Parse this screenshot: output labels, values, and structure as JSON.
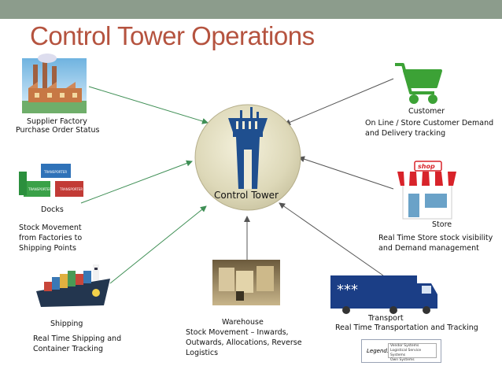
{
  "title": "Control Tower Operations",
  "center": {
    "label": "Control Tower"
  },
  "nodes": {
    "supplier": {
      "title": "Supplier Factory",
      "desc": "Purchase Order Status"
    },
    "docks": {
      "title": "Docks",
      "desc_lines": [
        "Stock Movement",
        "from Factories to",
        "Shipping Points"
      ]
    },
    "shipping": {
      "title": "Shipping",
      "desc_lines": [
        "Real Time Shipping and",
        "Container Tracking"
      ]
    },
    "warehouse": {
      "title": "Warehouse",
      "desc_lines": [
        "Stock Movement – Inwards,",
        "Outwards, Allocations, Reverse",
        "Logistics"
      ]
    },
    "transport": {
      "title": "Transport",
      "desc": "Real Time Transportation and Tracking",
      "truck_text": "***"
    },
    "store": {
      "title": "Store",
      "desc_lines": [
        "Real Time Store stock visibility",
        "and Demand management"
      ],
      "sign": "shop"
    },
    "customer": {
      "title": "Customer",
      "desc_lines": [
        "On Line / Store Customer Demand",
        "and Delivery tracking"
      ]
    }
  },
  "legend": {
    "key": "Legend:",
    "lines": [
      "Vendor Systems",
      "Logistical Service Systems",
      "Own Systems"
    ]
  },
  "container_text": "TRANSPORTER",
  "colors": {
    "title": "#b5533f",
    "topbar": "#8c9c8c",
    "arrow_green": "#3f8f55",
    "arrow_dark": "#555555",
    "tower": "#1f4f8f"
  }
}
